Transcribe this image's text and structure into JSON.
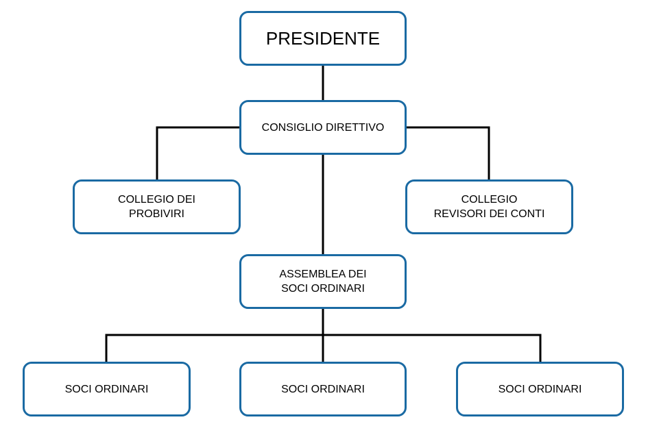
{
  "colors": {
    "box_border": "#1a6aa3",
    "connector": "#000000",
    "background": "#ffffff"
  },
  "nodes": {
    "presidente": {
      "lines": [
        "PRESIDENTE"
      ]
    },
    "consiglio_direttivo": {
      "lines": [
        "CONSIGLIO DIRETTIVO"
      ]
    },
    "collegio_probiviri": {
      "lines": [
        "COLLEGIO DEI",
        "PROBIVIRI"
      ]
    },
    "collegio_revisori": {
      "lines": [
        "COLLEGIO",
        "REVISORI DEI CONTI"
      ]
    },
    "assemblea": {
      "lines": [
        "ASSEMBLEA DEI",
        "SOCI ORDINARI"
      ]
    },
    "soci_ordinari_1": {
      "lines": [
        "SOCI ORDINARI"
      ]
    },
    "soci_ordinari_2": {
      "lines": [
        "SOCI ORDINARI"
      ]
    },
    "soci_ordinari_3": {
      "lines": [
        "SOCI ORDINARI"
      ]
    }
  }
}
